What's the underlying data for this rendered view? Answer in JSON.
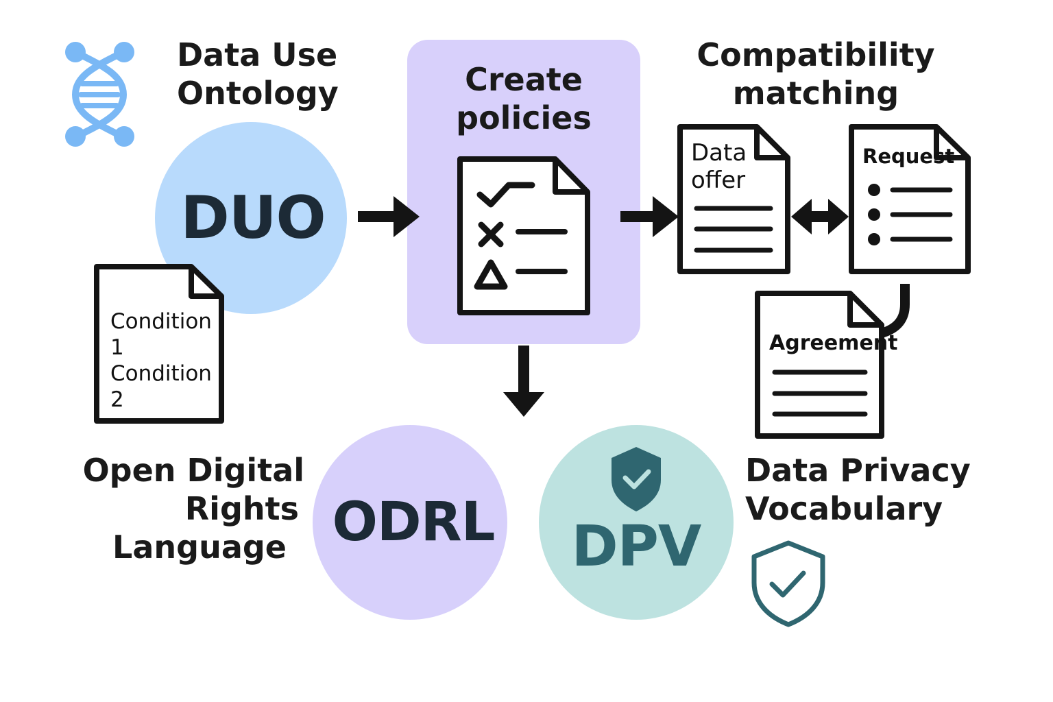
{
  "colors": {
    "duo": "#b8dafc",
    "odrl": "#d7d0fb",
    "dpv": "#bde2e0",
    "policies_box": "#d8d0fb",
    "dpv_text": "#2f6670",
    "ink": "#141414",
    "dna": "#7ab8f5"
  },
  "duo": {
    "label_line1": "Data Use",
    "label_line2": "Ontology",
    "abbr": "DUO"
  },
  "conditions": {
    "line1": "Condition",
    "line2": "1",
    "line3": "Condition",
    "line4": "2"
  },
  "policies": {
    "line1": "Create",
    "line2": "policies"
  },
  "compat": {
    "line1": "Compatibility",
    "line2": "matching"
  },
  "offer": {
    "line1": "Data",
    "line2": "offer"
  },
  "request": {
    "title": "Request"
  },
  "agreement": {
    "title": "Agreement"
  },
  "odrl": {
    "line1": "Open Digital",
    "line2": "Rights",
    "line3": "Language",
    "abbr": "ODRL"
  },
  "dpv": {
    "line1": "Data Privacy",
    "line2": "Vocabulary",
    "abbr": "DPV"
  },
  "icons": [
    "dna-icon",
    "checklist-document-icon",
    "shield-check-icon"
  ]
}
